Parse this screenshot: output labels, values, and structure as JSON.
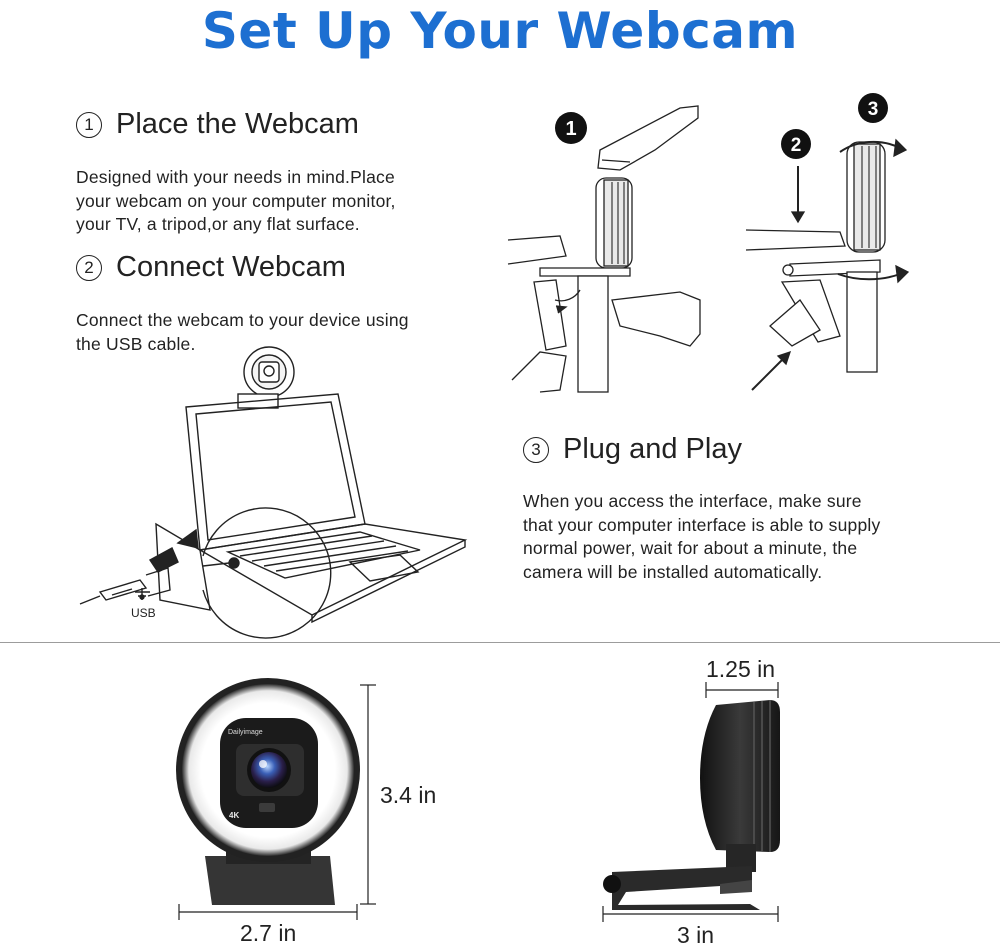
{
  "title": "Set Up Your Webcam",
  "steps": [
    {
      "number": "1",
      "heading": "Place the Webcam",
      "lines": [
        "Designed with your needs in mind.Place",
        "your webcam on your computer monitor,",
        "your TV, a tripod,or any flat surface."
      ]
    },
    {
      "number": "2",
      "heading": "Connect Webcam",
      "lines": [
        "Connect the webcam to your device using",
        "the USB cable."
      ]
    },
    {
      "number": "3",
      "heading": "Plug and Play",
      "lines": [
        "When you access the interface, make sure",
        "that your computer interface is able to supply",
        "normal power, wait for about a minute, the",
        "camera will be installed automatically."
      ]
    }
  ],
  "illustration": {
    "badges": [
      "1",
      "2",
      "3"
    ],
    "usb_label": "USB"
  },
  "dimensions": {
    "front_height": "3.4 in",
    "front_width": "2.7 in",
    "side_depth": "1.25 in",
    "side_width": "3 in"
  },
  "product_labels": {
    "brand": "Dailyimage",
    "resolution": "4K"
  },
  "colors": {
    "title_blue": "#1d6fd1",
    "divider": "#9c9c9c"
  }
}
